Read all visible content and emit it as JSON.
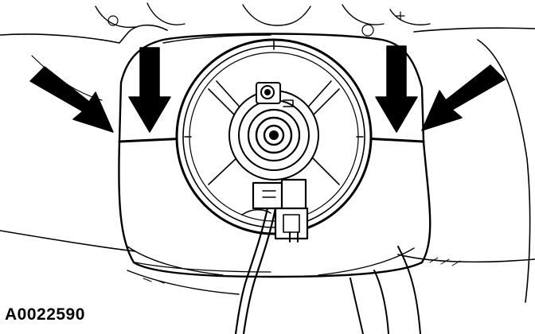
{
  "figure": {
    "reference_code": "A0022590"
  },
  "colors": {
    "ink": "#000000",
    "paper": "#ffffff",
    "shade": "#cccccc"
  },
  "icons": {
    "arrows": [
      "arrow-icon-left-outer",
      "arrow-icon-left-inner",
      "arrow-icon-right-inner",
      "arrow-icon-right-outer"
    ]
  }
}
